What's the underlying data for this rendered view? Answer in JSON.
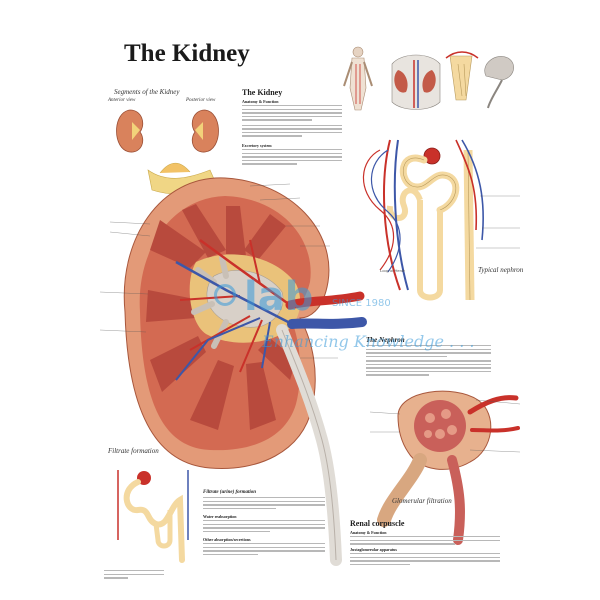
{
  "poster": {
    "title": "The Kidney",
    "segments": {
      "heading": "Segments of the Kidney",
      "anterior": "Anterior view",
      "posterior": "Posterior view"
    },
    "intro": {
      "heading": "The Kidney",
      "subheading": "Anatomy & Function",
      "section2": "Excretory system"
    },
    "typical_nephron": "Typical nephron",
    "loop_of_henle": "Loop of Henle",
    "nephron": {
      "heading": "The Nephron"
    },
    "filtrate_formation": "Filtrate formation",
    "filtrate_text": {
      "heading": "Filtrate (urine) formation",
      "water": "Water reabsorption",
      "other": "Other absorption/secretions"
    },
    "glomerular": "Glomerular filtration",
    "renal": {
      "heading": "Renal corpuscle",
      "sub1": "Anatomy & Function",
      "sub2": "Juxtaglomerular apparatus"
    },
    "watermark": {
      "brand": "lab",
      "since": "SINCE 1980",
      "tagline": "Enhancing Knowledge . . ."
    }
  },
  "colors": {
    "artery": "#c9312a",
    "vein": "#3d57a8",
    "cortex": "#d9825c",
    "medulla": "#c35a48",
    "fat": "#f2d27a",
    "tubule": "#f4d9a0",
    "watermark": "#3a9ad9"
  },
  "icons": [
    "body-figure-icon",
    "kidney-location-icon",
    "collecting-duct-icon",
    "ureter-icon"
  ]
}
